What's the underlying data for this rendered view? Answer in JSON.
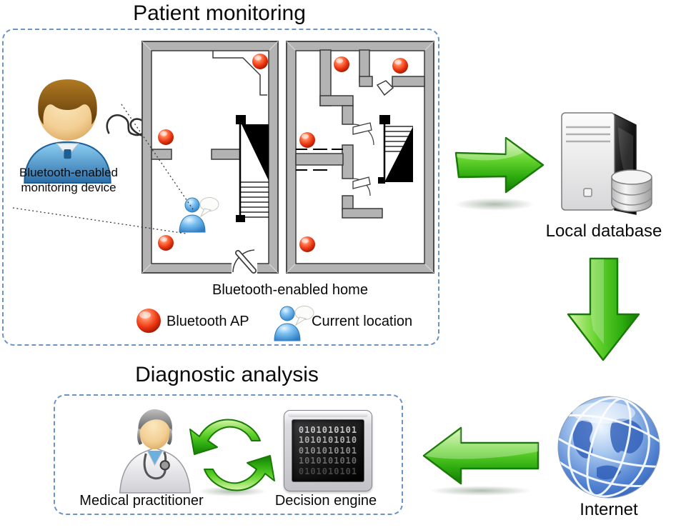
{
  "patient_monitoring": {
    "title": "Patient monitoring",
    "device_label_line1": "Bluetooth-enabled",
    "device_label_line2": "monitoring device",
    "home_label": "Bluetooth-enabled home",
    "legend_ap_label": "Bluetooth AP",
    "legend_location_label": "Current location"
  },
  "local_database": {
    "label": "Local database"
  },
  "internet": {
    "label": "Internet"
  },
  "diagnostic_analysis": {
    "title": "Diagnostic analysis",
    "practitioner_label": "Medical practitioner",
    "engine_label": "Decision engine",
    "screen_rows": [
      "0101010101",
      "1010101010",
      "0101010101",
      "1010101010",
      "0101010101"
    ]
  },
  "colors": {
    "dashed_border": "#6b94c4",
    "arrow_green": "#2fae10",
    "ap_red": "#e8401c",
    "person_blue": "#5aabe8",
    "wall_gray": "#b3b3b3"
  }
}
